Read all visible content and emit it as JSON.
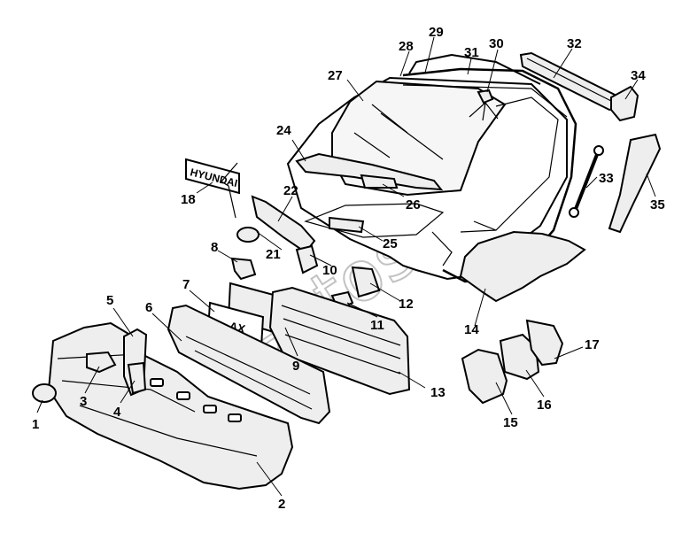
{
  "watermark_text": "autosoft",
  "emblem_text": "HYUNDAI",
  "plate_text": "AX",
  "callouts": [
    {
      "id": "c1",
      "label": "1"
    },
    {
      "id": "c2",
      "label": "2"
    },
    {
      "id": "c3",
      "label": "3"
    },
    {
      "id": "c4",
      "label": "4"
    },
    {
      "id": "c5",
      "label": "5"
    },
    {
      "id": "c6",
      "label": "6"
    },
    {
      "id": "c7",
      "label": "7"
    },
    {
      "id": "c8",
      "label": "8"
    },
    {
      "id": "c9",
      "label": "9"
    },
    {
      "id": "c10",
      "label": "10"
    },
    {
      "id": "c11",
      "label": "11"
    },
    {
      "id": "c12",
      "label": "12"
    },
    {
      "id": "c13",
      "label": "13"
    },
    {
      "id": "c14",
      "label": "14"
    },
    {
      "id": "c15",
      "label": "15"
    },
    {
      "id": "c16",
      "label": "16"
    },
    {
      "id": "c17",
      "label": "17"
    },
    {
      "id": "c18",
      "label": "18"
    },
    {
      "id": "c21",
      "label": "21"
    },
    {
      "id": "c22",
      "label": "22"
    },
    {
      "id": "c24",
      "label": "24"
    },
    {
      "id": "c25",
      "label": "25"
    },
    {
      "id": "c26",
      "label": "26"
    },
    {
      "id": "c27",
      "label": "27"
    },
    {
      "id": "c28",
      "label": "28"
    },
    {
      "id": "c29",
      "label": "29"
    },
    {
      "id": "c30",
      "label": "30"
    },
    {
      "id": "c31",
      "label": "31"
    },
    {
      "id": "c32",
      "label": "32"
    },
    {
      "id": "c33",
      "label": "33"
    },
    {
      "id": "c34",
      "label": "34"
    },
    {
      "id": "c35",
      "label": "35"
    }
  ]
}
